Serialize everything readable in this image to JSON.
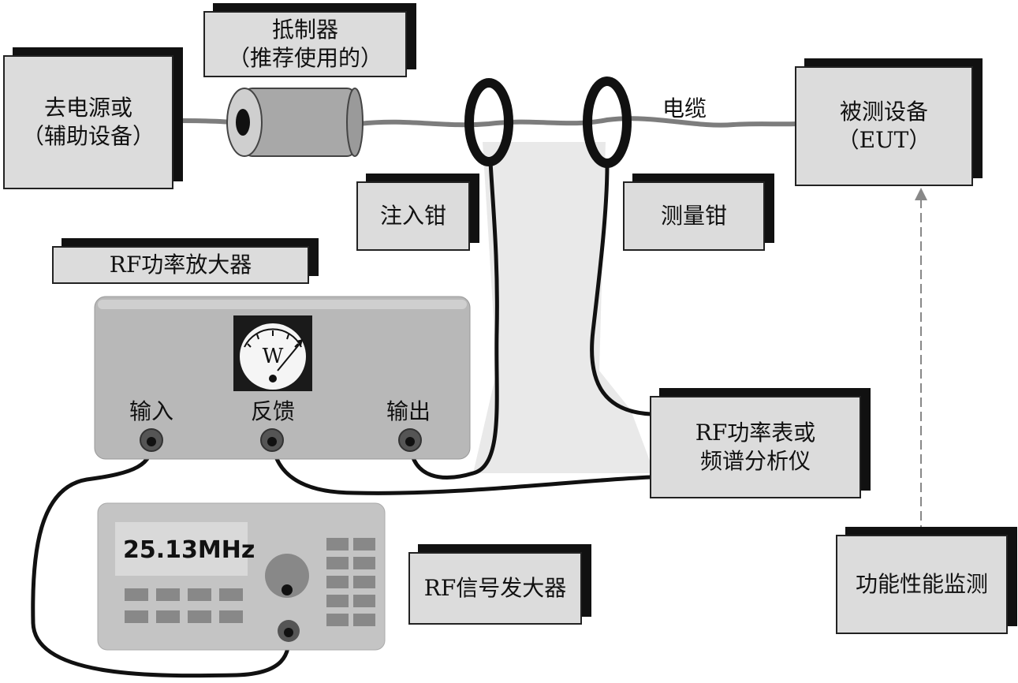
{
  "labels": {
    "power_source": [
      "去电源或",
      "（辅助设备）"
    ],
    "suppressor": [
      "抵制器",
      "（推荐使用的）"
    ],
    "cable": "电缆",
    "eut": [
      "被测设备",
      "（EUT）"
    ],
    "injection_clamp": "注入钳",
    "measure_clamp": "测量钳",
    "rf_amplifier": "RF功率放大器",
    "power_meter": [
      "RF功率表或",
      "频谱分析仪"
    ],
    "signal_generator": "RF信号发大器",
    "monitor": "功能性能监测"
  },
  "amplifier": {
    "meter_letter": "W",
    "ports": [
      "输入",
      "反馈",
      "输出"
    ]
  },
  "generator": {
    "frequency": "25.13MHz"
  }
}
